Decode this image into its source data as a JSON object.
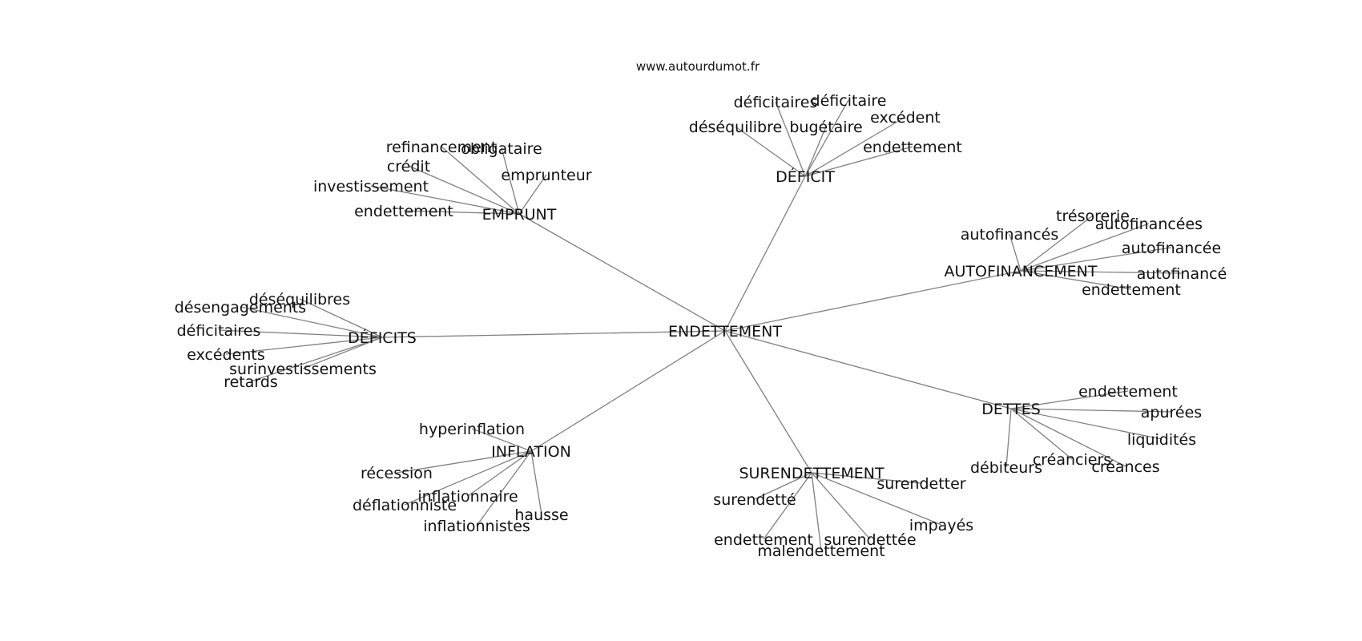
{
  "source": "www.autourdumot.fr",
  "edge_color": "#808080",
  "text_color": "#111111",
  "graph": {
    "center": "ENDETTEMENT",
    "clusters": [
      {
        "label": "DÉFICIT",
        "words": [
          "déficitaires",
          "déficitaire",
          "déséquilibre",
          "bugétaire",
          "excédent",
          "endettement"
        ]
      },
      {
        "label": "EMPRUNT",
        "words": [
          "refinancement",
          "obligataire",
          "crédit",
          "emprunteur",
          "investissement",
          "endettement"
        ]
      },
      {
        "label": "AUTOFINANCEMENT",
        "words": [
          "trésorerie",
          "autofinancées",
          "autofinancés",
          "autofinancée",
          "autofinancé",
          "endettement"
        ]
      },
      {
        "label": "DÉFICITS",
        "words": [
          "déséquilibres",
          "désengagements",
          "déficitaires",
          "excédents",
          "surinvestissements",
          "retards"
        ]
      },
      {
        "label": "DETTES",
        "words": [
          "endettement",
          "apurées",
          "liquidités",
          "créanciers",
          "débiteurs",
          "créances"
        ]
      },
      {
        "label": "INFLATION",
        "words": [
          "hyperinflation",
          "récession",
          "inflationnaire",
          "déflationniste",
          "inflationnistes",
          "hausse"
        ]
      },
      {
        "label": "SURENDETTEMENT",
        "words": [
          "surendetter",
          "surendetté",
          "impayés",
          "endettement",
          "surendettée",
          "malendettement"
        ]
      }
    ]
  }
}
